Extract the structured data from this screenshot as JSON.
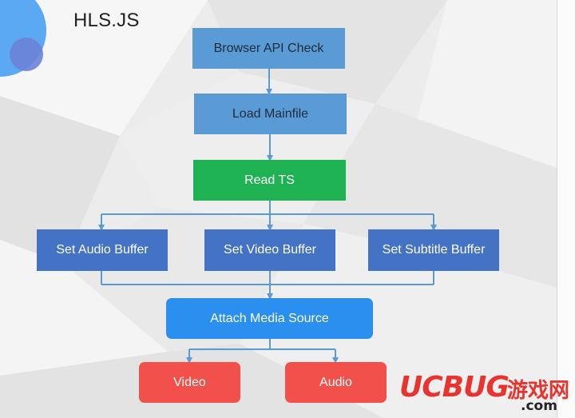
{
  "slide": {
    "title": "HLS.JS"
  },
  "nodes": {
    "browser_api_check": "Browser API Check",
    "load_mainfile": "Load Mainfile",
    "read_ts": "Read TS",
    "set_audio_buffer": "Set Audio Buffer",
    "set_video_buffer": "Set Video Buffer",
    "set_subtitle_buffer": "Set Subtitle Buffer",
    "attach_media_source": "Attach Media Source",
    "video": "Video",
    "audio": "Audio"
  },
  "watermark": {
    "brand": "UCBUG",
    "chinese": "游戏网",
    "domain": ".com"
  },
  "colors": {
    "light_blue": "#5b9bd5",
    "green": "#1eb252",
    "mid_blue": "#4472c4",
    "bright_blue": "#2b8ff0",
    "red": "#f2514b",
    "connector": "#5b9bd5"
  }
}
